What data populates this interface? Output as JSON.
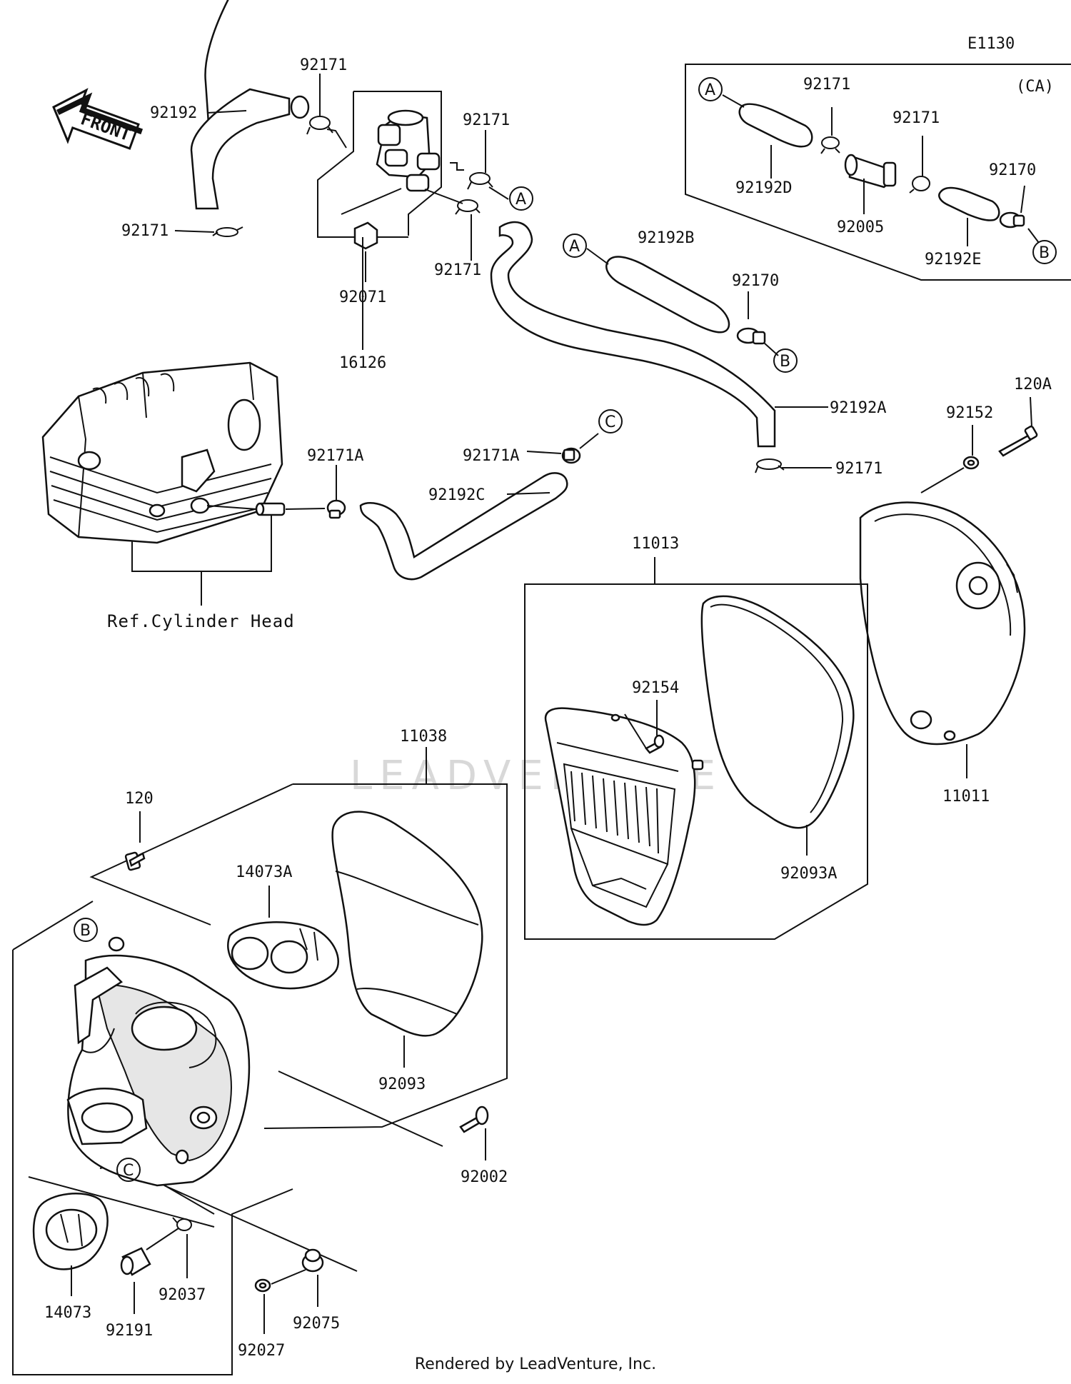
{
  "diagram_code": "E1130",
  "front_label": "FRONT",
  "variant_label": "(CA)",
  "reference_label": "Ref.Cylinder Head",
  "footer": "Rendered by LeadVenture, Inc.",
  "watermark": "LEADVENTURE",
  "callouts": {
    "A": "A",
    "B": "B",
    "C": "C"
  },
  "parts": {
    "p92171_top": "92171",
    "p92192": "92192",
    "p92171_right_a": "92171",
    "p92171_left": "92171",
    "p92171_mid": "92171",
    "p92071": "92071",
    "p16126": "16126",
    "p92192B": "92192B",
    "p92170": "92170",
    "p92192A": "92192A",
    "p92171_low": "92171",
    "p92171A_right": "92171A",
    "p92192C": "92192C",
    "p92171A_left": "92171A",
    "p120A": "120A",
    "p92152": "92152",
    "p11013": "11013",
    "p92154": "92154",
    "p92093A": "92093A",
    "p11011": "11011",
    "p11038": "11038",
    "p120": "120",
    "p14073A": "14073A",
    "p92093": "92093",
    "p92002": "92002",
    "p14073": "14073",
    "p92037": "92037",
    "p92191": "92191",
    "p92075": "92075",
    "p92027": "92027",
    "ca_92171_a": "92171",
    "ca_92171_b": "92171",
    "ca_92170": "92170",
    "ca_92192D": "92192D",
    "ca_92005": "92005",
    "ca_92192E": "92192E"
  }
}
